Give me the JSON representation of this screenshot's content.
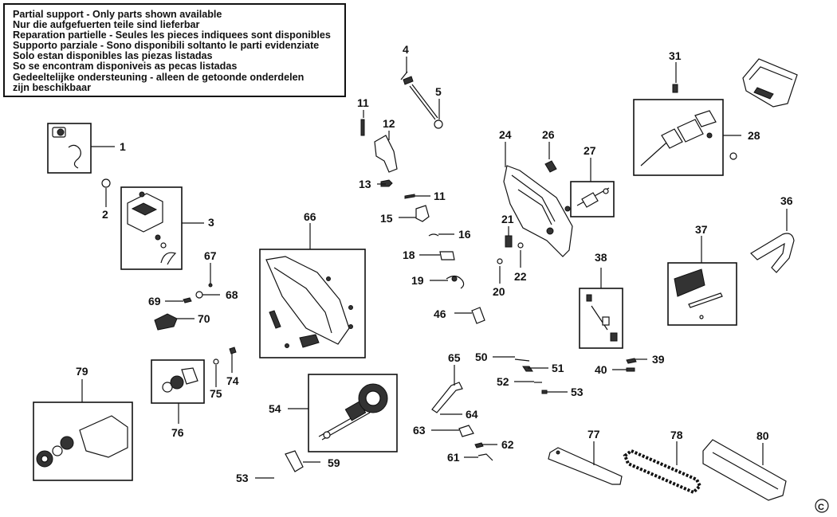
{
  "notice": {
    "lines": [
      "Partial support - Only parts shown available",
      "Nur die aufgefuerten teile sind lieferbar",
      "Reparation partielle - Seules les pieces indiquees sont disponibles",
      "Supporto parziale - Sono disponibili soltanto le parti evidenziate",
      "Solo estan disponibles las piezas listadas",
      "So se encontram disponiveis as pecas listadas",
      "Gedeeltelijke ondersteuning - alleen de getoonde onderdelen",
      "zijn beschikbaar"
    ]
  },
  "part_numbers": {
    "p1": "1",
    "p2": "2",
    "p3": "3",
    "p4": "4",
    "p5": "5",
    "p11a": "11",
    "p11b": "11",
    "p12": "12",
    "p13": "13",
    "p15": "15",
    "p16": "16",
    "p18": "18",
    "p19": "19",
    "p20": "20",
    "p21": "21",
    "p22": "22",
    "p24": "24",
    "p26": "26",
    "p27": "27",
    "p28": "28",
    "p31": "31",
    "p36": "36",
    "p37": "37",
    "p38": "38",
    "p39": "39",
    "p40": "40",
    "p46": "46",
    "p50": "50",
    "p51": "51",
    "p52": "52",
    "p53a": "53",
    "p53b": "53",
    "p54": "54",
    "p59": "59",
    "p61": "61",
    "p62": "62",
    "p63": "63",
    "p64": "64",
    "p65": "65",
    "p66": "66",
    "p67": "67",
    "p68": "68",
    "p69": "69",
    "p70": "70",
    "p74": "74",
    "p75": "75",
    "p76": "76",
    "p77": "77",
    "p78": "78",
    "p79": "79",
    "p80": "80"
  },
  "copyright_mark": "C"
}
